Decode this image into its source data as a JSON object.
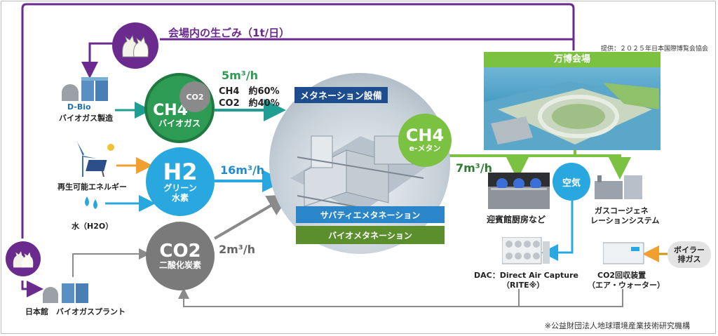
{
  "title": "会場内の生ごみ（1t/日）",
  "credit": "提供：２０２５年日本国際博覧会協会",
  "nodes": {
    "dbio": {
      "top": "D-Bio",
      "bottom": "バイオガス製造"
    },
    "renewable": "再生可能エネルギー",
    "water": "水（H2O）",
    "japan_pavilion": "日本館　バイオガスプラント"
  },
  "ch4_biogas": {
    "co2": "CO2",
    "main": "CH4",
    "sub": "バイオガス"
  },
  "h2_green": {
    "main": "H2",
    "sub1": "グリーン",
    "sub2": "水素"
  },
  "co2_node": {
    "main": "CO2",
    "sub": "二酸化炭素"
  },
  "flows": {
    "biogas_rate": "5m³/h",
    "biogas_ch4": "CH4　約60%",
    "biogas_co2": "CO2　約40%",
    "h2_rate": "16m³/h",
    "co2_rate": "2m³/h",
    "out_rate": "7m³/h"
  },
  "methanation": {
    "title": "メタネーション設備",
    "bar1": "サバティエメタネーション",
    "bar2": "バイオメタネーション"
  },
  "ch4_emethane": {
    "main": "CH4",
    "sub": "e-メタン"
  },
  "expo_site": "万博会場",
  "air": "空気",
  "outputs": {
    "kitchen": "迎賓館厨房など",
    "cogen1": "ガスコージェネ",
    "cogen2": "レーションシステム",
    "dac1": "DAC：Direct Air Capture",
    "dac2": "（RITE※）",
    "co2_recovery1": "CO2回収装置",
    "co2_recovery2": "（エア・ウォーター）",
    "boiler1": "ボイラー",
    "boiler2": "排ガス"
  },
  "footnote": "※公益財団法人地球環境産業技術研究機構",
  "colors": {
    "purple": "#6a2a8e",
    "teal": "#1f9e94",
    "green": "#7cc242",
    "blue": "#29a8e0",
    "gray": "#7a7a7a",
    "orange": "#f0a030"
  }
}
